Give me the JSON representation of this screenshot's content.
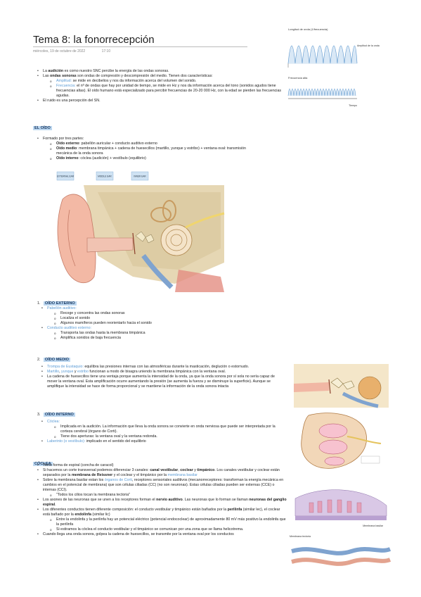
{
  "header": {
    "title": "Tema 8: la fonorrecepción",
    "date": "miércoles, 19 de octubre de 2022",
    "time": "17:10"
  },
  "intro": [
    {
      "parts": [
        [
          "La ",
          ""
        ],
        [
          "audición",
          "b"
        ],
        [
          " es como nuestro SNC percibe la energía de las ondas sonoras.",
          ""
        ]
      ]
    },
    {
      "parts": [
        [
          "Las ",
          ""
        ],
        [
          "ondas sonoras",
          "b"
        ],
        [
          " son ondas de compresión y descompresión del medio. Tienen dos características:",
          ""
        ]
      ],
      "sub": [
        [
          [
            "Amplitud:",
            "blue"
          ],
          [
            " se mide en decibelios y nos da información acerca del volumen del sonido.",
            ""
          ]
        ],
        [
          [
            "Frecuencia:",
            "blue"
          ],
          [
            " el nº de ondas que hay por unidad de tiempo, se mide en Hz y nos da información acerca del tono (sonidos agudos tiene frecuencias altas). El oído humano está especializado para percibir frecuencias de 20-20 000 Hz, con la edad se pierden las frecuencias agudas.",
            ""
          ]
        ]
      ]
    },
    {
      "parts": [
        [
          "El ruido es una percepción del SN.",
          ""
        ]
      ]
    }
  ],
  "waves": {
    "top_label": "Longitud de onda (1/frecuencia)",
    "top_right": "Amplitud de la onda",
    "low_label": "Frecuencia alta",
    "axis": "Tiempo"
  },
  "oido": {
    "heading": "EL OÍDO",
    "intro": "Formado por tres partes:",
    "parts": [
      [
        [
          "Oído externo",
          "b"
        ],
        [
          ": pabellón auricular + conducto auditivo externo",
          ""
        ]
      ],
      [
        [
          "Oído medio",
          "b"
        ],
        [
          ": membrana timpánica + cadena de huesecillos (martillo, yunque y estribo) + ventana oval: transmisión mecánica de la onda sonora",
          ""
        ]
      ],
      [
        [
          "Oído interno",
          "b"
        ],
        [
          ": cóclea (audición) + vestíbulo (equilibrio)",
          ""
        ]
      ]
    ],
    "figure_labels": [
      "EXTERNAL EAR",
      "MIDDLE EAR",
      "INNER EAR"
    ]
  },
  "externo": {
    "num": "1.",
    "heading": "OÍDO EXTERNO",
    "groups": [
      {
        "title": "Pabellón auditivo:",
        "items": [
          "Recoge y concentra las ondas sonoras",
          "Localiza el sonido",
          "Algunos mamíferos pueden reorientarlo hacia el sonido"
        ]
      },
      {
        "title": "Conducto auditivo externo:",
        "items": [
          "Transporta las ondas hasta la membrana timpánica",
          "Amplifica sonidos de baja frecuencia"
        ]
      }
    ]
  },
  "medio": {
    "num": "2.",
    "heading": "OÍDO MEDIO",
    "items": [
      [
        [
          "Trompa de Eustaquio:",
          "blue"
        ],
        [
          " equilibra las presiones internas con las atmosféricas durante la masticación, deglución o estornudo.",
          ""
        ]
      ],
      [
        [
          "Martillo",
          "blue"
        ],
        [
          ", ",
          ""
        ],
        [
          "yunque",
          "blue"
        ],
        [
          " y ",
          ""
        ],
        [
          "estribo",
          "blue"
        ],
        [
          " funcionan a modo de bisagra uniendo la membrana timpánica con la ventana oval.",
          ""
        ]
      ],
      [
        [
          "La cadena de huesecillos tiene una ventaja porque aumenta la intensidad de la onda, ya que la onda sonora por sí sola no sería capaz de mover la ventana oval. Esta amplificación ocurre aumentando la presión (se aumenta la fuerza y se disminuye la superficie). Aunque se amplifique la intensidad se hace de forma proporcional y se mantiene la información de la onda sonora intacta",
          ""
        ]
      ]
    ]
  },
  "interno": {
    "num": "3.",
    "heading": "OÍDO INTERNO",
    "coclea_title": "Cóclea:",
    "coclea_items": [
      "Implicada en la audición. La información que lleva la onda sonora se convierte en onda nerviosa que puede ser interpretada por la corteza cerebral (órgano de Corti).",
      "Tiene dos aperturas: la ventana oval y la ventana redonda."
    ],
    "laberinto": [
      [
        "Laberinto (o vestíbulo):",
        "blue"
      ],
      [
        " implicado en el sentido del equilibrio",
        ""
      ]
    ]
  },
  "coclea": {
    "heading": "CÓCLEA",
    "items": [
      {
        "parts": [
          [
            "Tiene forma de espiral (concha de caracol)",
            ""
          ]
        ]
      },
      {
        "parts": [
          [
            "Si hacemos un corte transversal podemos diferenciar 3 canales: ",
            ""
          ],
          [
            "canal vestibular",
            "b"
          ],
          [
            ", ",
            ""
          ],
          [
            "coclear",
            "b"
          ],
          [
            " y ",
            ""
          ],
          [
            "timpánico",
            "b"
          ],
          [
            ". Los canales vestibular y coclear están separados por la ",
            ""
          ],
          [
            "membrana de Reissner",
            "b"
          ],
          [
            " y el coclear y el timpánico por la ",
            ""
          ],
          [
            "membrana basilar",
            "blue"
          ]
        ]
      },
      {
        "parts": [
          [
            "Sobre la membrana basilar estan los ",
            ""
          ],
          [
            "órganos de Corti",
            "blue"
          ],
          [
            ", receptores sensoriales auditivos (mecanorreceptores: transforman la energía mecánica en cambios en el potencial de membrana) que son células ciliadas (CC) (no son neuronas). Estas células ciliadas pueden ser externas (CCE) o internas (CCI).",
            ""
          ]
        ],
        "sub": [
          "\"Todos los cilios tocan la membrana tectoria\""
        ]
      },
      {
        "parts": [
          [
            "Los axones de las neuronas que se unen a los receptores forman el ",
            ""
          ],
          [
            "nervio auditivo",
            "b"
          ],
          [
            ". Las neuronas que lo forman se llaman ",
            ""
          ],
          [
            "neuronas del ganglio espiral",
            "b"
          ],
          [
            ".",
            ""
          ]
        ]
      },
      {
        "parts": [
          [
            "Los diferentes conductos tienen diferente composición: el conducto vestibular y timpánico están bañados por la ",
            ""
          ],
          [
            "perilinfa",
            "b"
          ],
          [
            " (similar lec), el coclear está bañado por la ",
            ""
          ],
          [
            "endolinfa",
            "b"
          ],
          [
            " (similar lic)",
            ""
          ]
        ],
        "sub": [
          "Entre la endolinfa y la perilinfa hay un potencial eléctrico (potencial endococlear) de aproximadamente 80 mV más positivo la endolinfa que la perilinfa",
          "Si estiramos la cóclea el conducto vestibular y el timpánico se comunican por una zona que se llama helicotrema."
        ]
      },
      {
        "parts": [
          [
            "Cuando llega una onda sonora, golpea la cadena de huesecillos, se transmite por la ventana oval por los conductos",
            ""
          ]
        ]
      }
    ]
  },
  "side_labels": {
    "membrana": "Membrana basilar",
    "tectoria": "Membrana tectoria"
  }
}
